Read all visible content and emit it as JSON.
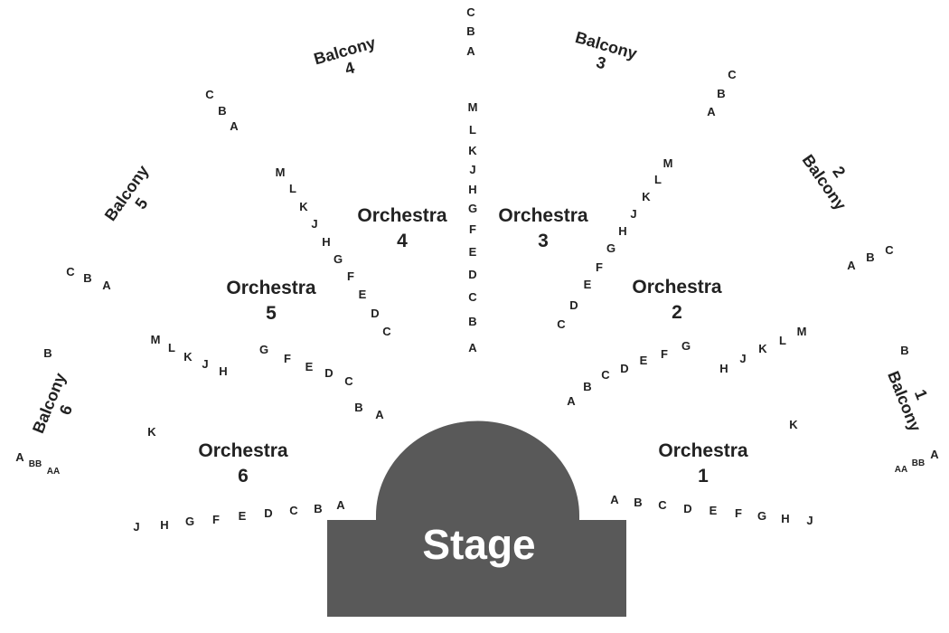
{
  "colors": {
    "stage_fill": "#595959",
    "text": "#222222",
    "stage_text": "#ffffff"
  },
  "stage": {
    "label": "Stage"
  },
  "sections": {
    "orchestra_1": {
      "name": "Orchestra",
      "number": "1"
    },
    "orchestra_2": {
      "name": "Orchestra",
      "number": "2"
    },
    "orchestra_3": {
      "name": "Orchestra",
      "number": "3"
    },
    "orchestra_4": {
      "name": "Orchestra",
      "number": "4"
    },
    "orchestra_5": {
      "name": "Orchestra",
      "number": "5"
    },
    "orchestra_6": {
      "name": "Orchestra",
      "number": "6"
    },
    "balcony_1": {
      "name": "Balcony",
      "number": "1"
    },
    "balcony_2": {
      "name": "Balcony",
      "number": "2"
    },
    "balcony_3": {
      "name": "Balcony",
      "number": "3"
    },
    "balcony_4": {
      "name": "Balcony",
      "number": "4"
    },
    "balcony_5": {
      "name": "Balcony",
      "number": "5"
    },
    "balcony_6": {
      "name": "Balcony",
      "number": "6"
    }
  },
  "rows": {
    "orch1_front": [
      "A",
      "B",
      "C",
      "D",
      "E",
      "F",
      "G",
      "H",
      "J"
    ],
    "orch1_side": [
      "K"
    ],
    "orch2_front": [
      "A",
      "B",
      "C",
      "D",
      "E",
      "F",
      "G"
    ],
    "orch2_back": [
      "H",
      "J",
      "K",
      "L",
      "M"
    ],
    "orch3": [
      "C",
      "D",
      "E",
      "F",
      "G",
      "H",
      "J",
      "K",
      "L",
      "M"
    ],
    "aisle_center": [
      "M",
      "L",
      "K",
      "J",
      "H",
      "G",
      "F",
      "E",
      "D",
      "C",
      "B",
      "A"
    ],
    "orch4": [
      "M",
      "L",
      "K",
      "J",
      "H",
      "G",
      "F",
      "E",
      "D",
      "C"
    ],
    "orch5_front": [
      "G",
      "F",
      "E",
      "D",
      "C",
      "B",
      "A"
    ],
    "orch5_back": [
      "M",
      "L",
      "K",
      "J",
      "H"
    ],
    "orch6_front": [
      "J",
      "H",
      "G",
      "F",
      "E",
      "D",
      "C",
      "B",
      "A"
    ],
    "orch6_side": [
      "K"
    ],
    "balc1": [
      "B",
      "AA",
      "BB",
      "A"
    ],
    "balc2": [
      "A",
      "B",
      "C"
    ],
    "balc3": [
      "A",
      "B",
      "C"
    ],
    "balc_center": [
      "C",
      "B",
      "A"
    ],
    "balc4": [
      "C",
      "B",
      "A"
    ],
    "balc5": [
      "C",
      "B",
      "A"
    ],
    "balc6": [
      "B",
      "A",
      "BB",
      "AA"
    ]
  }
}
